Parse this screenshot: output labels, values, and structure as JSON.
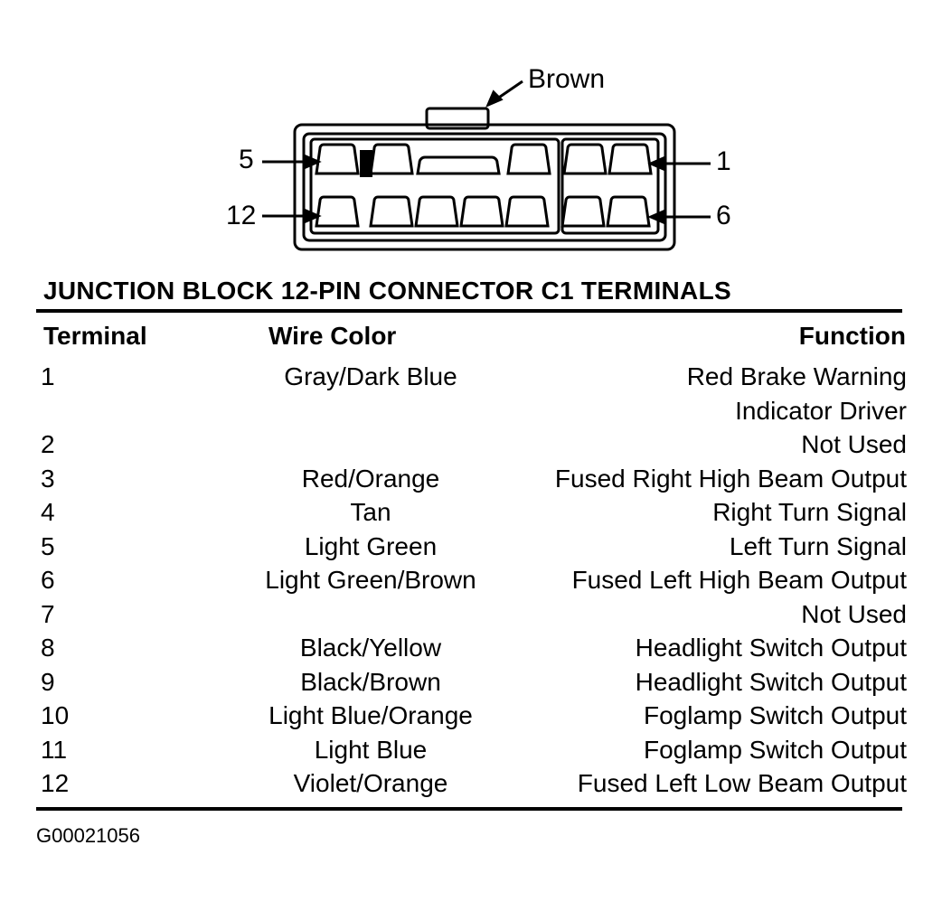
{
  "connector": {
    "callout_color": "Brown",
    "pin_labels": {
      "top_left": "5",
      "bottom_left": "12",
      "top_right": "1",
      "bottom_right": "6"
    }
  },
  "table": {
    "title": "JUNCTION BLOCK 12-PIN CONNECTOR C1 TERMINALS",
    "headers": {
      "terminal": "Terminal",
      "wire_color": "Wire Color",
      "function": "Function"
    },
    "rows": [
      {
        "terminal": "1",
        "wire_color": "Gray/Dark Blue",
        "function": "Red Brake Warning"
      },
      {
        "terminal": "",
        "wire_color": "",
        "function": "Indicator Driver"
      },
      {
        "terminal": "2",
        "wire_color": "",
        "function": "Not Used"
      },
      {
        "terminal": "3",
        "wire_color": "Red/Orange",
        "function": "Fused Right High Beam Output"
      },
      {
        "terminal": "4",
        "wire_color": "Tan",
        "function": "Right Turn Signal"
      },
      {
        "terminal": "5",
        "wire_color": "Light Green",
        "function": "Left Turn Signal"
      },
      {
        "terminal": "6",
        "wire_color": "Light Green/Brown",
        "function": "Fused Left High Beam Output"
      },
      {
        "terminal": "7",
        "wire_color": "",
        "function": "Not Used"
      },
      {
        "terminal": "8",
        "wire_color": "Black/Yellow",
        "function": "Headlight Switch Output"
      },
      {
        "terminal": "9",
        "wire_color": "Black/Brown",
        "function": "Headlight Switch Output"
      },
      {
        "terminal": "10",
        "wire_color": "Light Blue/Orange",
        "function": "Foglamp Switch Output"
      },
      {
        "terminal": "11",
        "wire_color": "Light Blue",
        "function": "Foglamp Switch Output"
      },
      {
        "terminal": "12",
        "wire_color": "Violet/Orange",
        "function": "Fused Left Low Beam Output"
      }
    ]
  },
  "figure_code": "G00021056"
}
